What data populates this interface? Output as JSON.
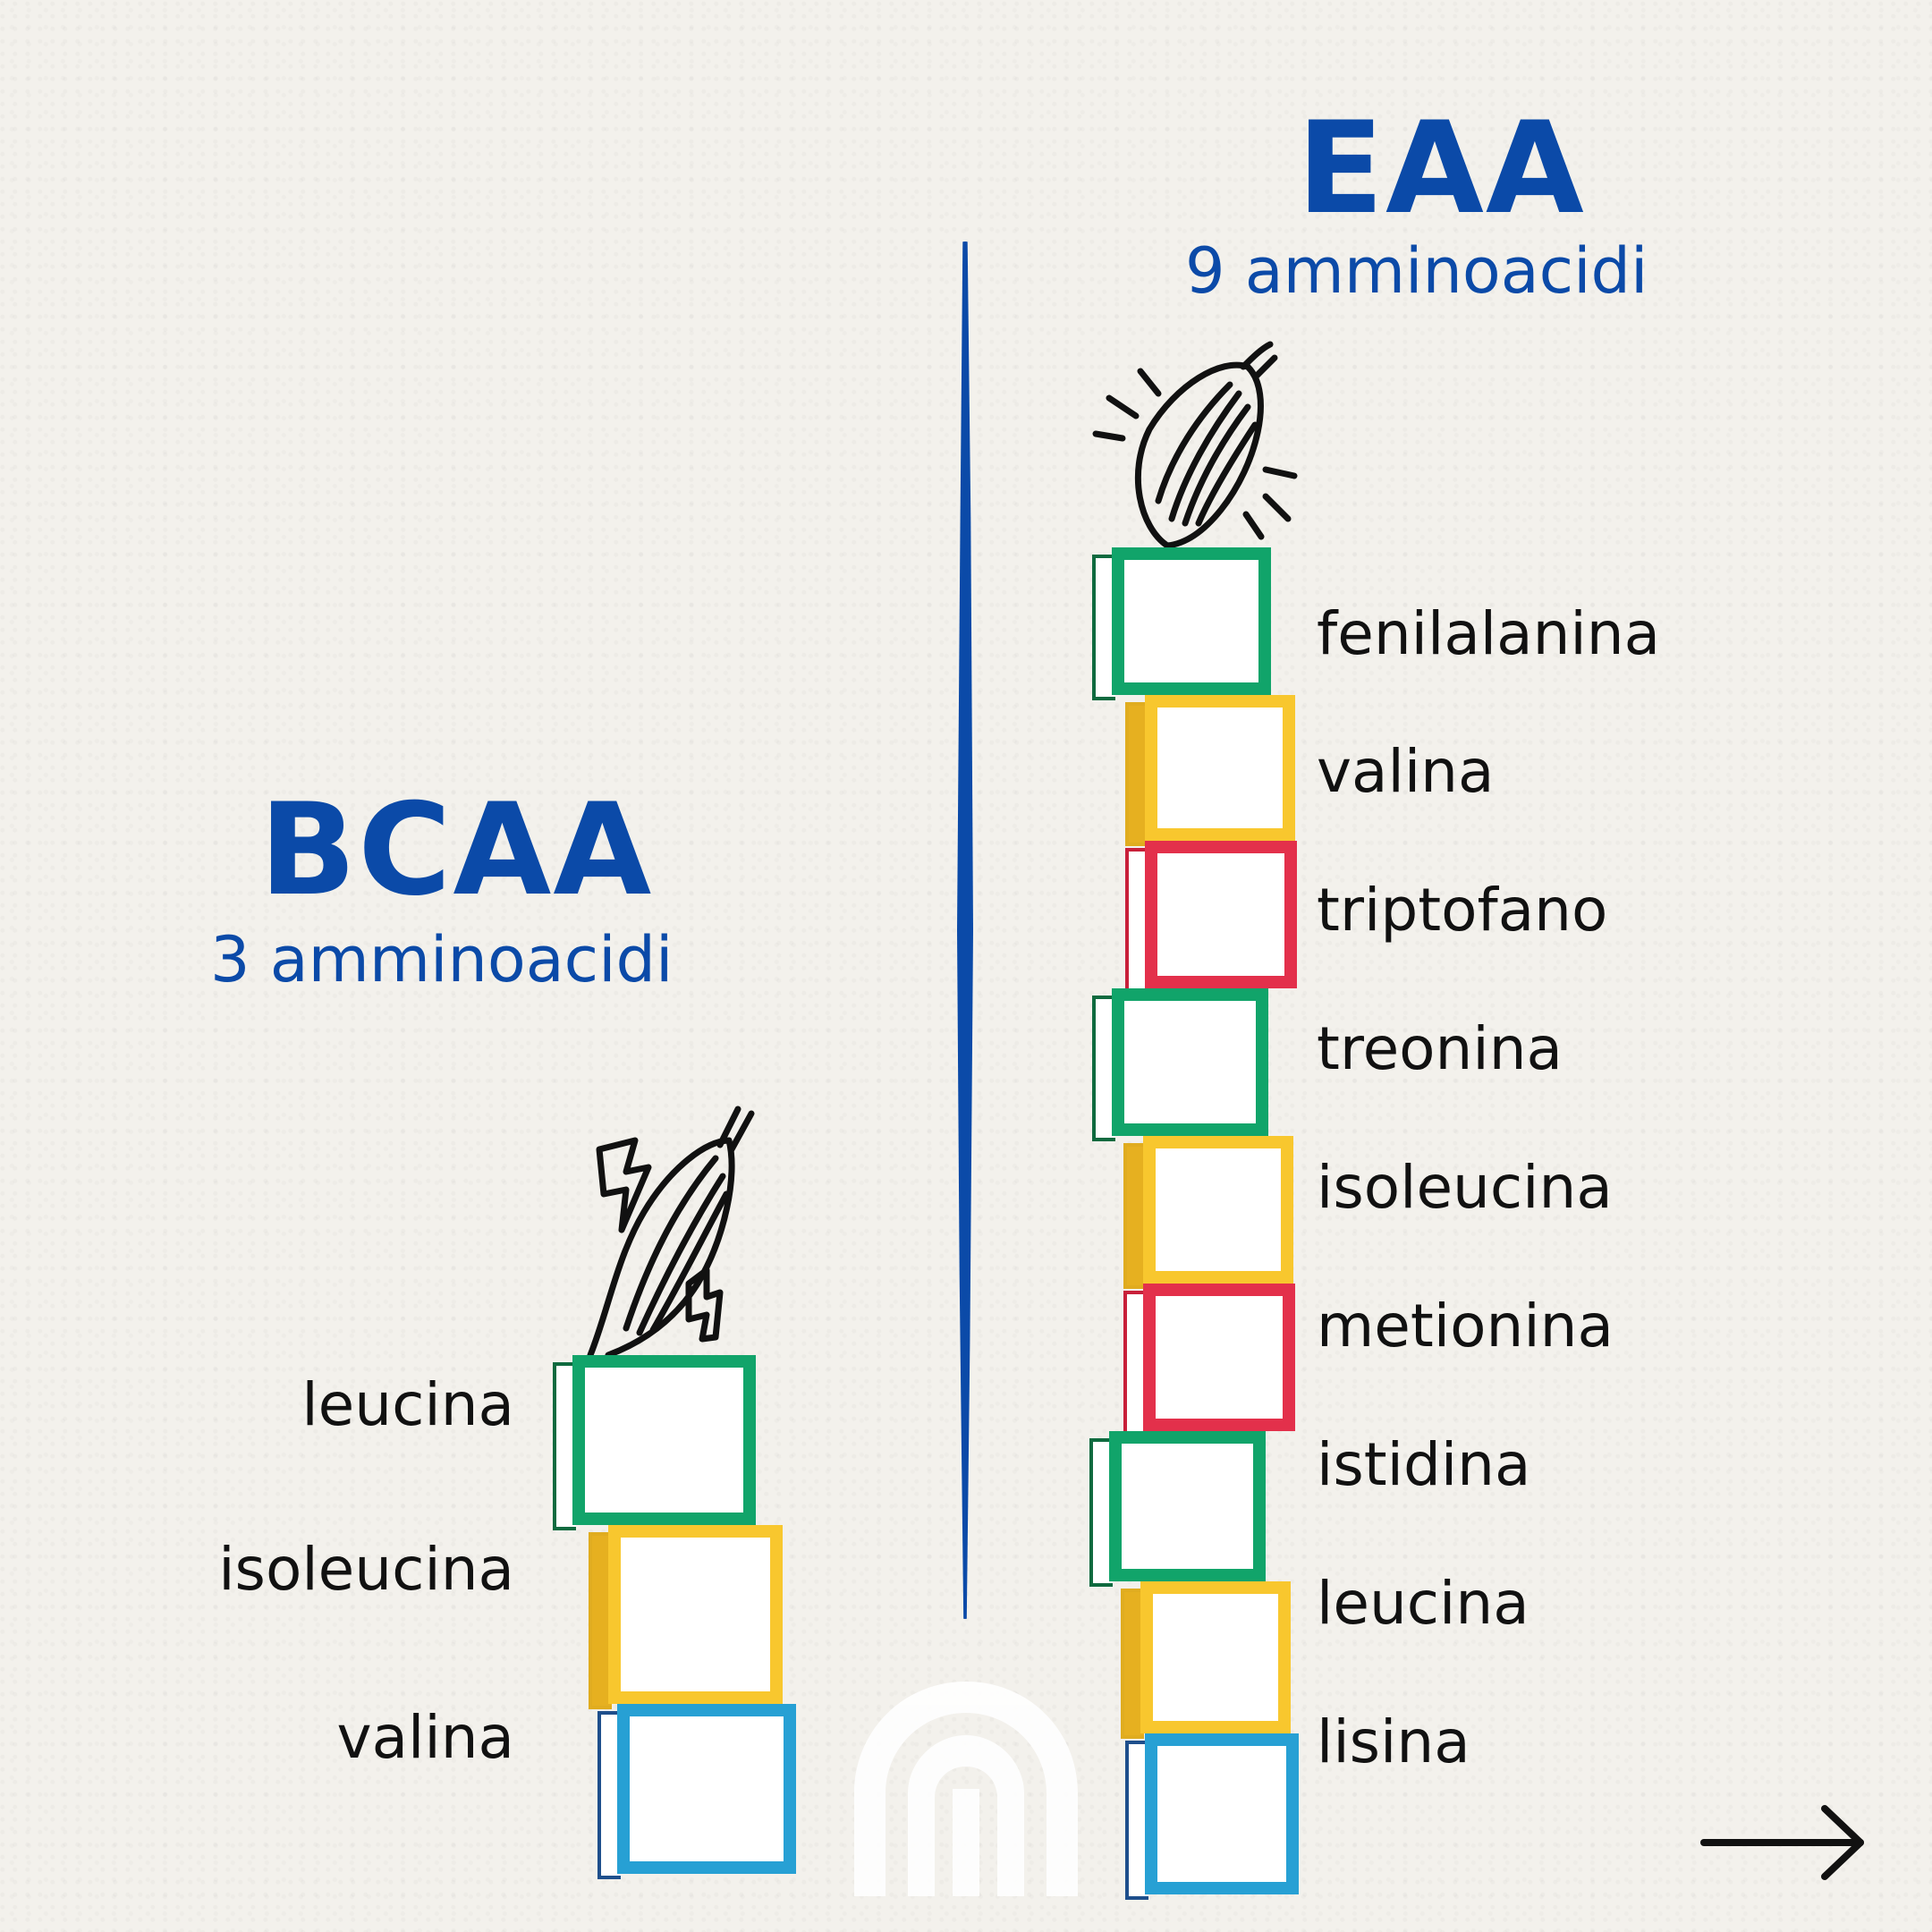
{
  "bcaa": {
    "title": "BCAA",
    "subtitle": "3 amminoacidi",
    "amino_acids": [
      "leucina",
      "isoleucina",
      "valina"
    ]
  },
  "eaa": {
    "title": "EAA",
    "subtitle": "9 amminoacidi",
    "amino_acids": [
      "fenilalanina",
      "valina",
      "triptofano",
      "treonina",
      "isoleucina",
      "metionina",
      "istidina",
      "leucina",
      "lisina"
    ]
  },
  "colors": {
    "brand_blue": "#0b4aa8",
    "green": "#11a46a",
    "yellow": "#f8c72e",
    "red": "#e3304b",
    "blue": "#27a0d4"
  },
  "icons": {
    "bcaa_top": "muscle-lightning-icon",
    "eaa_top": "muscle-icon",
    "logo": "brand-logo-icon",
    "next": "arrow-right-icon"
  }
}
